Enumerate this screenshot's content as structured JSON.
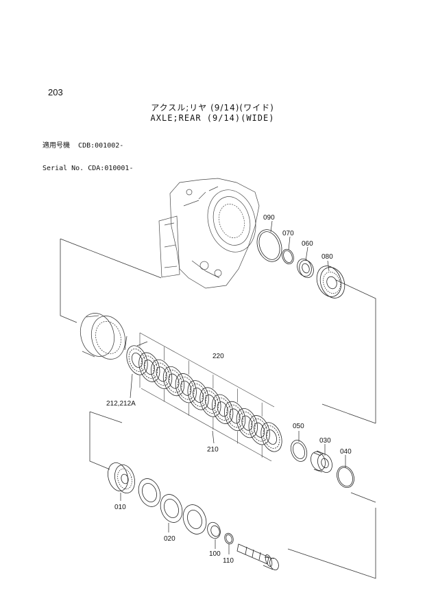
{
  "page_number": "203",
  "title_jp": "アクスル;リヤ (9/14)(ワイド)",
  "title_en": "AXLE;REAR (9/14)(WIDE)",
  "serial_rows": [
    {
      "label": "適用号機",
      "value": "CDB:001002-"
    },
    {
      "label": "Serial No.",
      "value": "CDA:010001-"
    }
  ],
  "part_labels": {
    "p090": "090",
    "p070": "070",
    "p060": "060",
    "p080": "080",
    "p220": "220",
    "p212": "212,212A",
    "p050": "050",
    "p030": "030",
    "p040": "040",
    "p210": "210",
    "p010": "010",
    "p020": "020",
    "p100": "100",
    "p110": "110"
  }
}
